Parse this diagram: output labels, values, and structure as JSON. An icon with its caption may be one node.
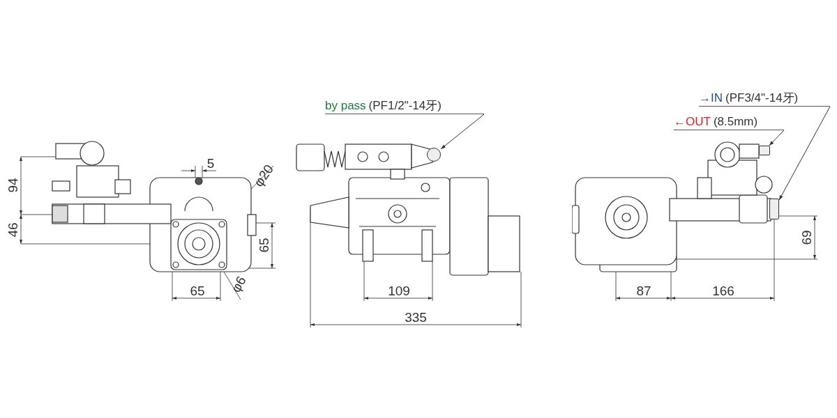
{
  "diagram": {
    "nodes": [
      {
        "text": [],
        "shape": "picture"
      },
      {
        "text": [],
        "shape": "picture"
      },
      {
        "text": [],
        "shape": "picture"
      },
      {
        "text": [
          "by pass",
          "(PF1/2\"-14牙)"
        ]
      },
      {
        "text": [],
        "shape": "circle",
        "in": 1
      },
      {
        "text": [
          "→IN",
          "(PF3/4\"-14牙)"
        ]
      },
      {
        "text": [],
        "shape": "box",
        "in": 2
      },
      {
        "text": [
          "←OUT",
          "(8.5mm)"
        ]
      },
      {
        "text": [],
        "shape": "box",
        "in": 2
      }
    ],
    "edges": [
      {
        "from": 3,
        "to": 4,
        "arrow": "to"
      },
      {
        "from": 5,
        "to": 6,
        "arrow": "to"
      },
      {
        "from": 7,
        "to": 8,
        "arrow": "to"
      }
    ],
    "labels": [
      "94",
      "46",
      "5",
      "φ20",
      "65",
      "65",
      "φ6",
      "109",
      "335",
      "87",
      "166",
      "69"
    ]
  }
}
